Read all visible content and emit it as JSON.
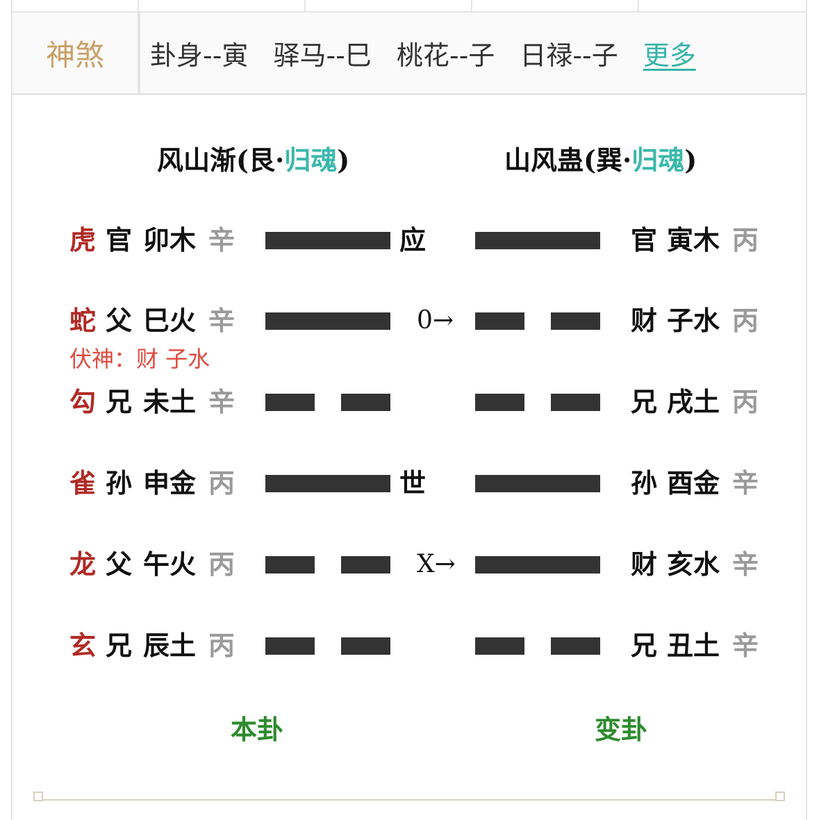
{
  "shensha": {
    "label": "神煞",
    "items": [
      "卦身--寅",
      "驿马--巳",
      "桃花--子",
      "日禄--子"
    ],
    "more": "更多"
  },
  "original": {
    "name": "风山渐",
    "palace": "艮",
    "kind": "归魂",
    "footer": "本卦"
  },
  "changed": {
    "name": "山风蛊",
    "palace": "巽",
    "kind": "归魂",
    "footer": "变卦"
  },
  "lines": [
    {
      "beast": "虎",
      "rel": "官",
      "branch": "卯木",
      "stem": "辛",
      "type": "yang",
      "mark": "应",
      "move": "",
      "c_rel": "官",
      "c_branch": "寅木",
      "c_stem": "丙",
      "c_type": "yang"
    },
    {
      "beast": "蛇",
      "rel": "父",
      "branch": "巳火",
      "stem": "辛",
      "type": "yang",
      "mark": "",
      "move": "0→",
      "c_rel": "财",
      "c_branch": "子水",
      "c_stem": "丙",
      "c_type": "yin"
    },
    {
      "beast": "勾",
      "rel": "兄",
      "branch": "未土",
      "stem": "辛",
      "type": "yin",
      "mark": "",
      "move": "",
      "c_rel": "兄",
      "c_branch": "戌土",
      "c_stem": "丙",
      "c_type": "yin"
    },
    {
      "beast": "雀",
      "rel": "孙",
      "branch": "申金",
      "stem": "丙",
      "type": "yang",
      "mark": "世",
      "move": "",
      "c_rel": "孙",
      "c_branch": "酉金",
      "c_stem": "辛",
      "c_type": "yang"
    },
    {
      "beast": "龙",
      "rel": "父",
      "branch": "午火",
      "stem": "丙",
      "type": "yin",
      "mark": "",
      "move": "X→",
      "c_rel": "财",
      "c_branch": "亥水",
      "c_stem": "辛",
      "c_type": "yang"
    },
    {
      "beast": "玄",
      "rel": "兄",
      "branch": "辰土",
      "stem": "丙",
      "type": "yin",
      "mark": "",
      "move": "",
      "c_rel": "兄",
      "c_branch": "丑土",
      "c_stem": "辛",
      "c_type": "yin"
    }
  ],
  "fushen": {
    "label": "伏神：",
    "rel": "财",
    "branch": "子水"
  }
}
